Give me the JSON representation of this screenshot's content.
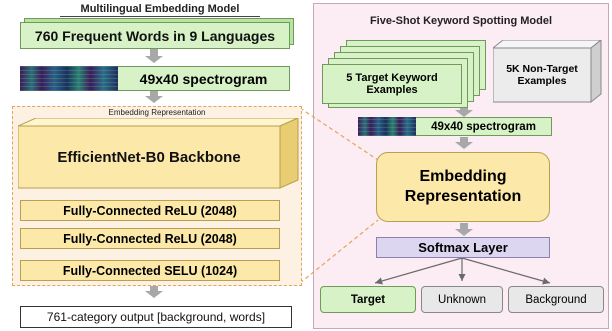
{
  "left": {
    "title": "Multilingual Embedding Model",
    "words_box": "760 Frequent Words in 9 Languages",
    "spectrogram_label": "49x40 spectrogram",
    "embedding_section_label": "Embedding Representation",
    "backbone": "EfficientNet-B0 Backbone",
    "fc1": "Fully-Connected ReLU (2048)",
    "fc2": "Fully-Connected ReLU (2048)",
    "fc3": "Fully-Connected SELU (1024)",
    "output": "761-category output [background, words]"
  },
  "right": {
    "title": "Five-Shot Keyword Spotting Model",
    "target_examples": "5 Target Keyword Examples",
    "nontarget_examples": "5K Non-Target Examples",
    "spectrogram_label": "49x40 spectrogram",
    "embedding": "Embedding Representation",
    "softmax": "Softmax Layer",
    "outputs": [
      "Target",
      "Unknown",
      "Background"
    ]
  },
  "colors": {
    "green_fill": "#d6f2c6",
    "yellow_fill": "#fce8a8",
    "right_panel_bg": "#fcecf3",
    "softmax_fill": "#dcd6f0",
    "arrow": "#a8a8a8"
  }
}
